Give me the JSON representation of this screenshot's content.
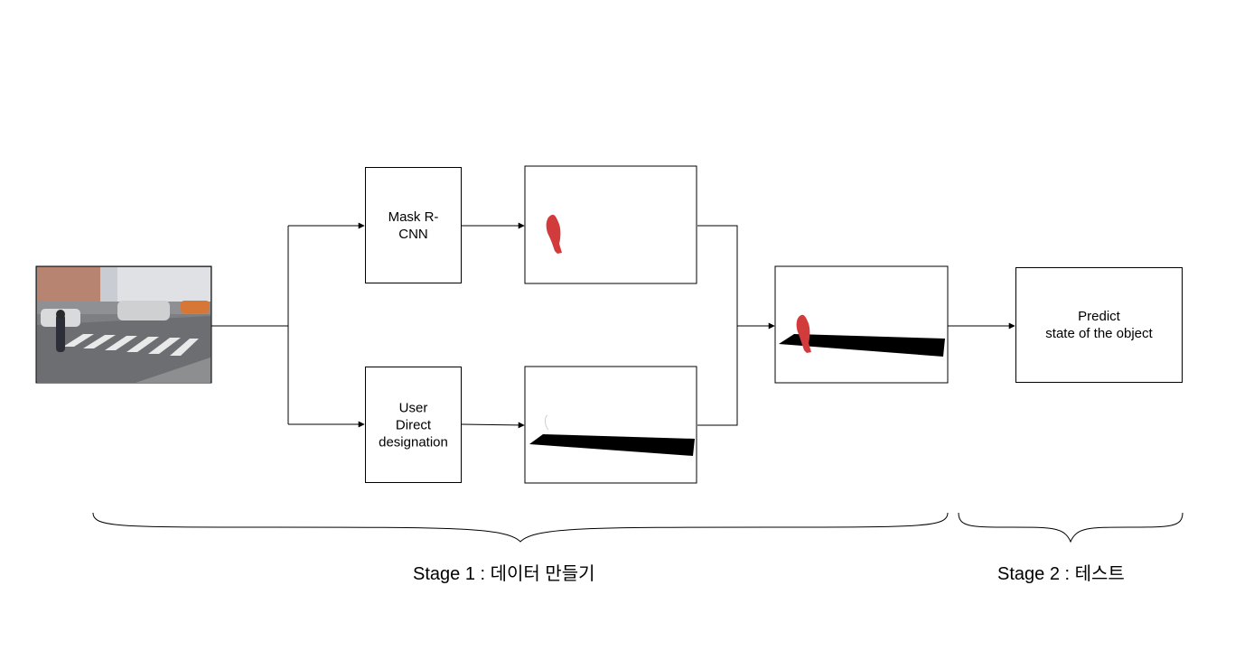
{
  "nodes": {
    "mask_rcnn": {
      "label": "Mask R-\nCNN"
    },
    "user_direct": {
      "label": "User\nDirect\ndesignation"
    },
    "predict": {
      "label": "Predict\nstate of the object"
    }
  },
  "images": {
    "street_photo": {
      "icon": "street-crosswalk-photo"
    },
    "person_mask": {
      "icon": "person-mask",
      "mask_color": "#d23b3b"
    },
    "crosswalk_mask": {
      "icon": "crosswalk-mask",
      "mask_color": "#000000"
    },
    "combined_mask": {
      "icon": "combined-mask"
    }
  },
  "stages": {
    "stage1": {
      "label": "Stage 1 : 데이터 만들기"
    },
    "stage2": {
      "label": "Stage 2 : 테스트"
    }
  },
  "colors": {
    "line": "#000000",
    "mask_red": "#d23b3b"
  }
}
